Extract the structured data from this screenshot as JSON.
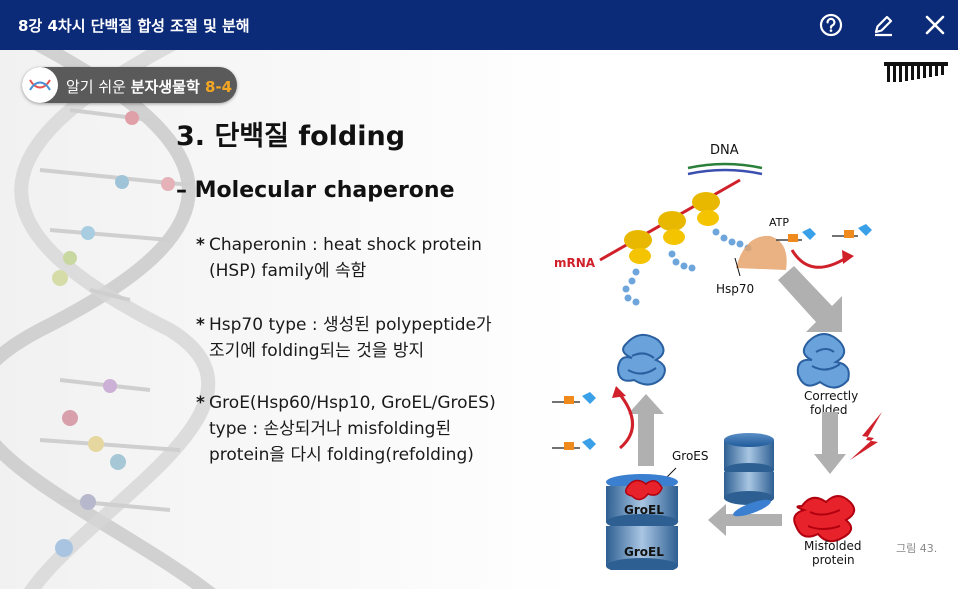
{
  "header": {
    "title": "8강 4차시 단백질 합성 조절 및 분해"
  },
  "toolbar": {
    "help_icon": "help-circle-icon",
    "edit_icon": "pencil-icon",
    "close_icon": "close-icon"
  },
  "logo": {
    "prefix": "알기 쉬운 ",
    "name": "분자생물학 ",
    "number": "8-4"
  },
  "slide": {
    "title": "3. 단백질 folding",
    "subtitle": "– Molecular chaperone",
    "bullets": [
      {
        "star": "*",
        "line1": "Chaperonin : heat shock protein",
        "line2": "(HSP) family에 속함"
      },
      {
        "star": "*",
        "line1": "Hsp70 type : 생성된 polypeptide가",
        "line2": "조기에 folding되는 것을 방지"
      },
      {
        "star": "*",
        "line1": "GroE(Hsp60/Hsp10, GroEL/GroES)",
        "line2": "type : 손상되거나 misfolding된",
        "line3": "protein을 다시 folding(refolding)"
      }
    ]
  },
  "figure": {
    "labels": {
      "dna": "DNA",
      "mrna": "mRNA",
      "hsp70": "Hsp70",
      "atp": "ATP",
      "correctly_1": "Correctly",
      "correctly_2": "folded",
      "groes": "GroES",
      "groel_top": "GroEL",
      "groel_bottom": "GroEL",
      "misfolded_1": "Misfolded",
      "misfolded_2": "protein"
    },
    "caption": "그림 43."
  },
  "colors": {
    "header_bg": "#0b2a78",
    "mrna": "#d0202a",
    "orange": "#f5a623",
    "blue": "#3a7fd0",
    "red_protein": "#e0202a"
  }
}
